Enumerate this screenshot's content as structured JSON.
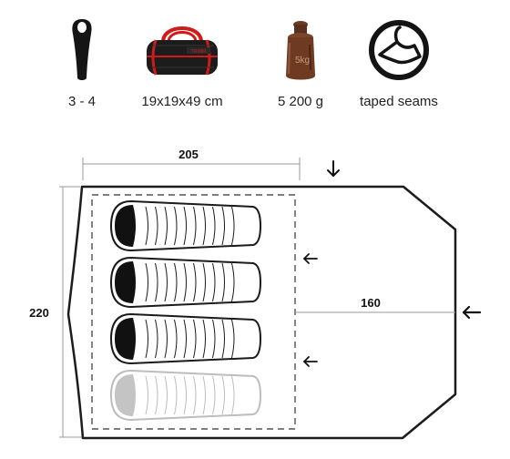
{
  "specs": [
    {
      "label": "3 - 4",
      "icon": "sleeping-bag-icon"
    },
    {
      "label": "19x19x49 cm",
      "icon": "duffel-bag-icon"
    },
    {
      "label": "5 200 g",
      "icon": "weight-icon"
    },
    {
      "label": "taped seams",
      "icon": "taped-seams-icon"
    }
  ],
  "bag_brand": "TRIMM",
  "weight_mark": "5kg",
  "dimensions": {
    "width": "205",
    "vestibule": "160",
    "depth": "220"
  },
  "bags": {
    "solid": 3,
    "ghost": 1
  }
}
